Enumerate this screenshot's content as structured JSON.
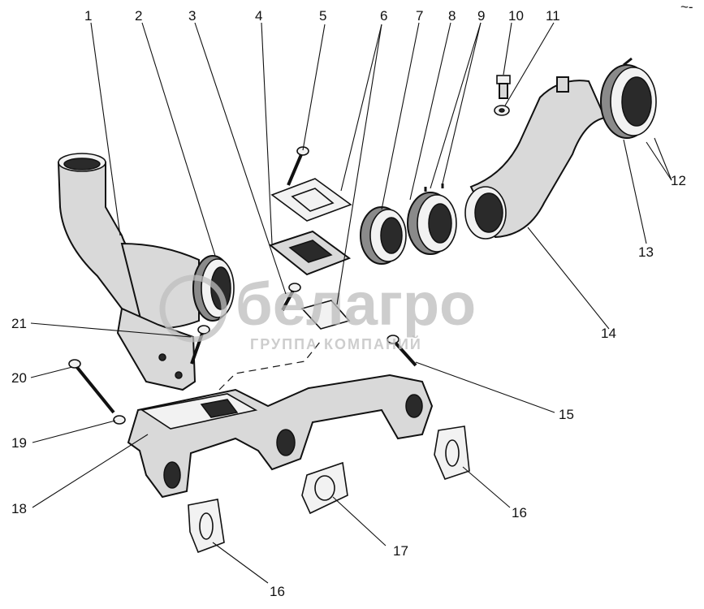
{
  "watermark": {
    "name": "белагро",
    "tagline": "ГРУППА КОМПАНИЙ"
  },
  "callouts": [
    "1",
    "2",
    "3",
    "4",
    "5",
    "6",
    "7",
    "8",
    "9",
    "10",
    "11",
    "12",
    "13",
    "14",
    "15",
    "16",
    "16",
    "17",
    "18",
    "19",
    "20",
    "21"
  ],
  "corner_mark": "~-"
}
